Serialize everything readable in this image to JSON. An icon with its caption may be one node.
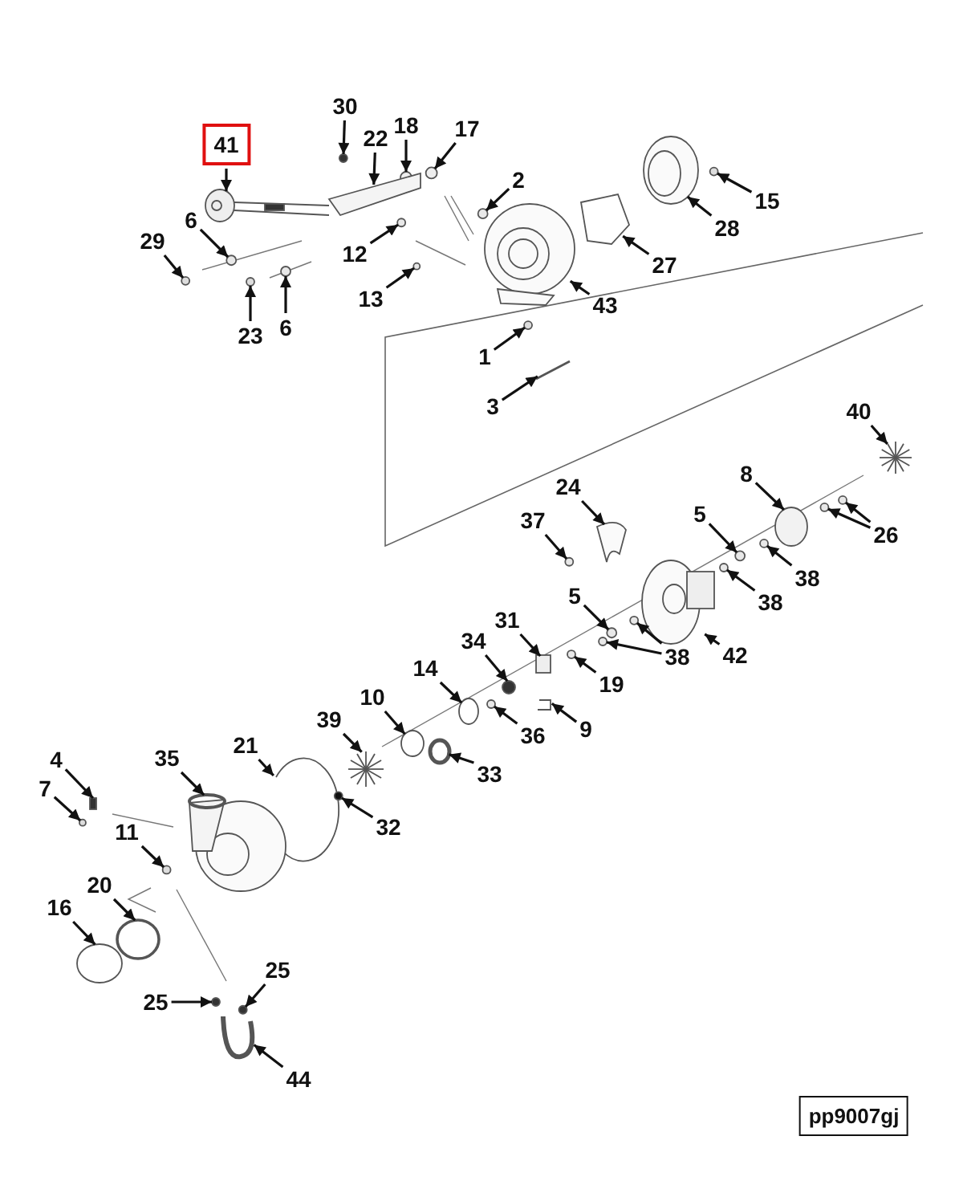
{
  "diagram": {
    "nodes": [
      {
        "text": [
          "30"
        ]
      },
      {
        "text": [
          "17"
        ]
      },
      {
        "text": [
          "18"
        ]
      },
      {
        "text": [
          "22"
        ]
      },
      {
        "text": [
          "41"
        ]
      },
      {
        "text": [
          "2"
        ]
      },
      {
        "text": [
          "15"
        ]
      },
      {
        "text": [
          "6"
        ]
      },
      {
        "text": [
          "28"
        ]
      },
      {
        "text": [
          "29"
        ]
      },
      {
        "text": [
          "12"
        ]
      },
      {
        "text": [
          "27"
        ]
      },
      {
        "text": [
          "13"
        ]
      },
      {
        "text": [
          "43"
        ]
      },
      {
        "text": [
          "6"
        ]
      },
      {
        "text": [
          "23"
        ]
      },
      {
        "text": [
          "1"
        ]
      },
      {
        "text": [
          "3"
        ]
      },
      {
        "text": [
          "40"
        ]
      },
      {
        "text": [
          "8"
        ]
      },
      {
        "text": [
          "24"
        ]
      },
      {
        "text": [
          "5"
        ]
      },
      {
        "text": [
          "37"
        ]
      },
      {
        "text": [
          "26"
        ]
      },
      {
        "text": [
          "38"
        ]
      },
      {
        "text": [
          "5"
        ]
      },
      {
        "text": [
          "38"
        ]
      },
      {
        "text": [
          "31"
        ]
      },
      {
        "text": [
          "34"
        ]
      },
      {
        "text": [
          "42"
        ]
      },
      {
        "text": [
          "38"
        ]
      },
      {
        "text": [
          "14"
        ]
      },
      {
        "text": [
          "19"
        ]
      },
      {
        "text": [
          "10"
        ]
      },
      {
        "text": [
          "39"
        ]
      },
      {
        "text": [
          "9"
        ]
      },
      {
        "text": [
          "36"
        ]
      },
      {
        "text": [
          "21"
        ]
      },
      {
        "text": [
          "35"
        ]
      },
      {
        "text": [
          "4"
        ]
      },
      {
        "text": [
          "33"
        ]
      },
      {
        "text": [
          "7"
        ]
      },
      {
        "text": [
          "32"
        ]
      },
      {
        "text": [
          "11"
        ]
      },
      {
        "text": [
          "20"
        ]
      },
      {
        "text": [
          "16"
        ]
      },
      {
        "text": [
          "25"
        ]
      },
      {
        "text": [
          "25"
        ]
      },
      {
        "text": [
          "44"
        ]
      },
      {
        "text": [
          "pp9007gj"
        ]
      },
      {
        "text": [],
        "shape": "circle"
      },
      {
        "text": [],
        "shape": "circle"
      },
      {
        "text": [],
        "shape": "circle"
      },
      {
        "text": [],
        "shape": "picture"
      },
      {
        "text": [],
        "shape": "picture"
      },
      {
        "text": [],
        "shape": "circle"
      },
      {
        "text": [],
        "shape": "circle"
      },
      {
        "text": [],
        "shape": "circle"
      },
      {
        "text": [],
        "shape": "picture"
      },
      {
        "text": [],
        "shape": "circle"
      },
      {
        "text": [],
        "shape": "circle"
      },
      {
        "text": [],
        "shape": "picture"
      },
      {
        "text": [],
        "shape": "circle"
      },
      {
        "text": [],
        "shape": "picture"
      },
      {
        "text": [],
        "shape": "circle"
      },
      {
        "text": [],
        "shape": "circle"
      },
      {
        "text": [],
        "shape": "circle"
      },
      {
        "text": [],
        "shape": "bar"
      },
      {
        "text": [],
        "shape": "picture"
      },
      {
        "text": [],
        "shape": "circle"
      },
      {
        "text": [],
        "shape": "picture"
      },
      {
        "text": [],
        "shape": "circle"
      },
      {
        "text": [],
        "shape": "circle"
      },
      {
        "text": [],
        "shape": "circle"
      },
      {
        "text": [],
        "shape": "circle"
      },
      {
        "text": [],
        "shape": "circle"
      },
      {
        "text": [],
        "shape": "circle"
      },
      {
        "text": [],
        "shape": "box"
      },
      {
        "text": [],
        "shape": "circle"
      },
      {
        "text": [],
        "shape": "picture"
      },
      {
        "text": [],
        "shape": "circle"
      },
      {
        "text": [],
        "shape": "circle"
      },
      {
        "text": [],
        "shape": "circle"
      },
      {
        "text": [],
        "shape": "circle"
      },
      {
        "text": [],
        "shape": "picture"
      },
      {
        "text": [],
        "shape": "picture"
      },
      {
        "text": [],
        "shape": "circle"
      },
      {
        "text": [],
        "shape": "picture"
      },
      {
        "text": [],
        "shape": "picture"
      },
      {
        "text": [],
        "shape": "box"
      },
      {
        "text": [],
        "shape": "circle"
      },
      {
        "text": [],
        "shape": "circle"
      },
      {
        "text": [],
        "shape": "circle"
      },
      {
        "text": [],
        "shape": "circle"
      },
      {
        "text": [],
        "shape": "circle"
      },
      {
        "text": [],
        "shape": "circle"
      },
      {
        "text": [],
        "shape": "circle"
      },
      {
        "text": [],
        "shape": "circle"
      },
      {
        "text": [],
        "shape": "picture"
      },
      {
        "text": [],
        "shape": "circle"
      },
      {
        "text": [],
        "shape": "circle"
      }
    ],
    "edges": [
      {
        "from": 0,
        "to": 50,
        "arrow": "to"
      },
      {
        "from": 1,
        "to": 51,
        "arrow": "to"
      },
      {
        "from": 2,
        "to": 52,
        "arrow": "to"
      },
      {
        "from": 3,
        "to": 53,
        "arrow": "to"
      },
      {
        "from": 4,
        "to": 54,
        "arrow": "to"
      },
      {
        "from": 5,
        "to": 55,
        "arrow": "to"
      },
      {
        "from": 6,
        "to": 56,
        "arrow": "to"
      },
      {
        "from": 7,
        "to": 57,
        "arrow": "to"
      },
      {
        "from": 8,
        "to": 58,
        "arrow": "to"
      },
      {
        "from": 9,
        "to": 59,
        "arrow": "to"
      },
      {
        "from": 10,
        "to": 60,
        "arrow": "to"
      },
      {
        "from": 11,
        "to": 61,
        "arrow": "to"
      },
      {
        "from": 12,
        "to": 62,
        "arrow": "to"
      },
      {
        "from": 13,
        "to": 63,
        "arrow": "to"
      },
      {
        "from": 14,
        "to": 64,
        "arrow": "to"
      },
      {
        "from": 15,
        "to": 65,
        "arrow": "to"
      },
      {
        "from": 16,
        "to": 66,
        "arrow": "to"
      },
      {
        "from": 17,
        "to": 67,
        "arrow": "to"
      },
      {
        "from": 18,
        "to": 68,
        "arrow": "to"
      },
      {
        "from": 19,
        "to": 69,
        "arrow": "to"
      },
      {
        "from": 20,
        "to": 70,
        "arrow": "to"
      },
      {
        "from": 21,
        "to": 71,
        "arrow": "to"
      },
      {
        "from": 22,
        "to": 72,
        "arrow": "to"
      },
      {
        "from": 23,
        "to": 73,
        "arrow": "to"
      },
      {
        "from": 24,
        "to": 74,
        "arrow": "to"
      },
      {
        "from": 25,
        "to": 75,
        "arrow": "to"
      },
      {
        "from": 26,
        "to": 76,
        "arrow": "to"
      },
      {
        "from": 27,
        "to": 77,
        "arrow": "to"
      },
      {
        "from": 28,
        "to": 78,
        "arrow": "to"
      },
      {
        "from": 29,
        "to": 79,
        "arrow": "to"
      },
      {
        "from": 30,
        "to": 80,
        "arrow": "to"
      },
      {
        "from": 31,
        "to": 81,
        "arrow": "to"
      },
      {
        "from": 32,
        "to": 82,
        "arrow": "to"
      },
      {
        "from": 33,
        "to": 83,
        "arrow": "to"
      },
      {
        "from": 34,
        "to": 84,
        "arrow": "to"
      },
      {
        "from": 35,
        "to": 85,
        "arrow": "to"
      },
      {
        "from": 36,
        "to": 86,
        "arrow": "to"
      },
      {
        "from": 37,
        "to": 87,
        "arrow": "to"
      },
      {
        "from": 38,
        "to": 88,
        "arrow": "to"
      },
      {
        "from": 39,
        "to": 89,
        "arrow": "to"
      },
      {
        "from": 40,
        "to": 90,
        "arrow": "to"
      },
      {
        "from": 41,
        "to": 91,
        "arrow": "to"
      },
      {
        "from": 42,
        "to": 92,
        "arrow": "to"
      },
      {
        "from": 43,
        "to": 93,
        "arrow": "to"
      },
      {
        "from": 44,
        "to": 94,
        "arrow": "to"
      },
      {
        "from": 45,
        "to": 95,
        "arrow": "to"
      },
      {
        "from": 46,
        "to": 96,
        "arrow": "to"
      },
      {
        "from": 47,
        "to": 97,
        "arrow": "to"
      },
      {
        "from": 48,
        "to": 98,
        "arrow": "to"
      },
      {
        "from": 23,
        "to": 99,
        "arrow": "to"
      },
      {
        "from": 30,
        "to": 100,
        "arrow": "to"
      }
    ]
  }
}
